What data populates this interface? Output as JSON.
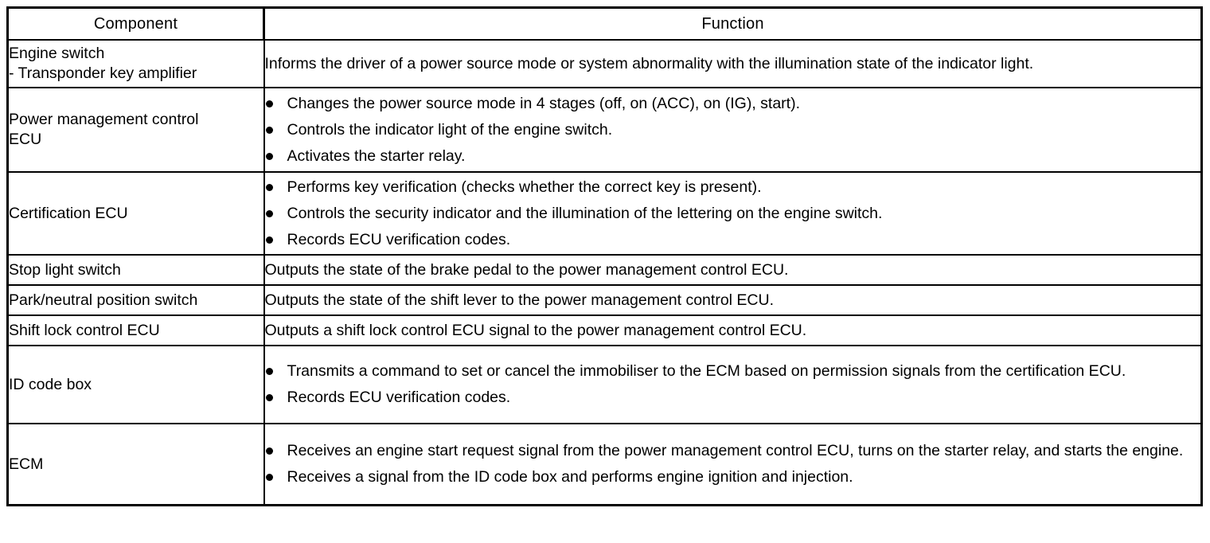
{
  "table": {
    "headers": {
      "component": "Component",
      "function": "Function"
    },
    "rows": [
      {
        "id": "engine-switch",
        "component_lines": [
          "Engine switch",
          "- Transponder key amplifier"
        ],
        "function_type": "paragraph",
        "function_text": "Informs the driver of a power source mode or system abnormality with the illumination state of the indicator light."
      },
      {
        "id": "power-management-control-ecu",
        "component_lines": [
          "Power management control",
          "ECU"
        ],
        "function_type": "bullets",
        "function_bullets": [
          "Changes the power source mode in 4 stages (off, on (ACC), on (IG), start).",
          "Controls the indicator light of the engine switch.",
          "Activates the starter relay."
        ]
      },
      {
        "id": "certification-ecu",
        "component_lines": [
          "Certification ECU"
        ],
        "function_type": "bullets",
        "function_bullets": [
          "Performs key verification (checks whether the correct key is present).",
          "Controls the security indicator and the illumination of the lettering on the engine switch.",
          "Records ECU verification codes."
        ]
      },
      {
        "id": "stop-light-switch",
        "component_lines": [
          "Stop light switch"
        ],
        "function_type": "paragraph",
        "function_text": "Outputs the state of the brake pedal to the power management control ECU."
      },
      {
        "id": "park-neutral-position-switch",
        "component_lines": [
          "Park/neutral position switch"
        ],
        "function_type": "paragraph",
        "function_text": "Outputs the state of the shift lever to the power management control ECU."
      },
      {
        "id": "shift-lock-control-ecu",
        "component_lines": [
          "Shift lock control ECU"
        ],
        "function_type": "paragraph",
        "function_text": "Outputs a shift lock control ECU signal to the power management control ECU."
      },
      {
        "id": "id-code-box",
        "component_lines": [
          "ID code box"
        ],
        "function_type": "bullets",
        "function_bullets": [
          "Transmits a command to set or cancel the immobiliser to the ECM based on permission signals from the certification ECU.",
          "Records ECU verification codes."
        ]
      },
      {
        "id": "ecm",
        "component_lines": [
          "ECM"
        ],
        "function_type": "bullets",
        "function_bullets": [
          "Receives an engine start request signal from the power management control ECU, turns on the starter relay, and starts the engine.",
          "Receives a signal from the ID code box and performs engine ignition and injection."
        ]
      }
    ]
  },
  "colors": {
    "border": "#000000",
    "text": "#000000",
    "background": "#ffffff"
  }
}
